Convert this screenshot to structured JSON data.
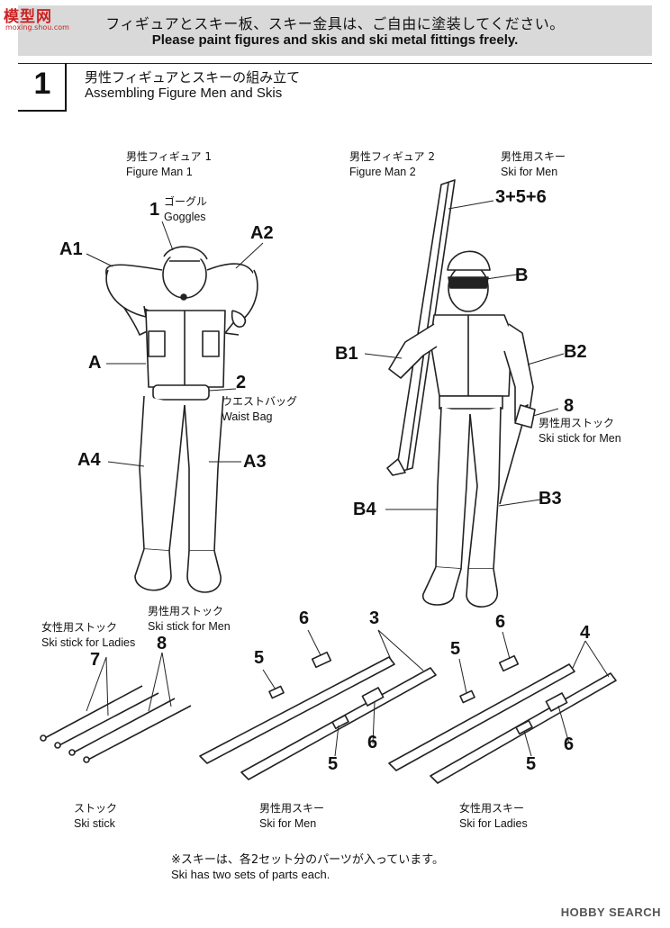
{
  "logo": {
    "main": "模型网",
    "sub": "moxing.shou.com"
  },
  "header": {
    "jp": "フィギュアとスキー板、スキー金具は、ご自由に塗装してください。",
    "en": "Please paint figures and skis and ski metal fittings freely."
  },
  "step": {
    "number": "1",
    "jp": "男性フィギュアとスキーの組み立て",
    "en": "Assembling Figure Men and Skis"
  },
  "figure1": {
    "jp": "男性フィギュア 1",
    "en": "Figure Man 1",
    "goggles": {
      "num": "1",
      "jp": "ゴーグル",
      "en": "Goggles"
    },
    "waist_bag": {
      "num": "2",
      "jp": "ウエストバッグ",
      "en": "Waist Bag"
    },
    "parts": {
      "a": "A",
      "a1": "A1",
      "a2": "A2",
      "a3": "A3",
      "a4": "A4"
    }
  },
  "figure2": {
    "jp": "男性フィギュア 2",
    "en": "Figure Man 2",
    "ski": {
      "jp": "男性用スキー",
      "en": "Ski for Men",
      "num": "3+5+6"
    },
    "stick": {
      "num": "8",
      "jp": "男性用ストック",
      "en": "Ski stick for Men"
    },
    "parts": {
      "b": "B",
      "b1": "B1",
      "b2": "B2",
      "b3": "B3",
      "b4": "B4"
    }
  },
  "sticks": {
    "ladies": {
      "jp": "女性用ストック",
      "en": "Ski stick for Ladies",
      "num": "7"
    },
    "men": {
      "jp": "男性用ストック",
      "en": "Ski stick for Men",
      "num": "8"
    },
    "caption": {
      "jp": "ストック",
      "en": "Ski stick"
    }
  },
  "ski_men": {
    "num_ski": "3",
    "num_binding": "5",
    "num_fitting": "6",
    "caption": {
      "jp": "男性用スキー",
      "en": "Ski for Men"
    }
  },
  "ski_ladies": {
    "num_ski": "4",
    "num_binding": "5",
    "num_fitting": "6",
    "caption": {
      "jp": "女性用スキー",
      "en": "Ski for Ladies"
    }
  },
  "note": {
    "jp": "※スキーは、各2セット分のパーツが入っています。",
    "en": "Ski has two sets of parts each."
  },
  "watermark": "HOBBY SEARCH"
}
